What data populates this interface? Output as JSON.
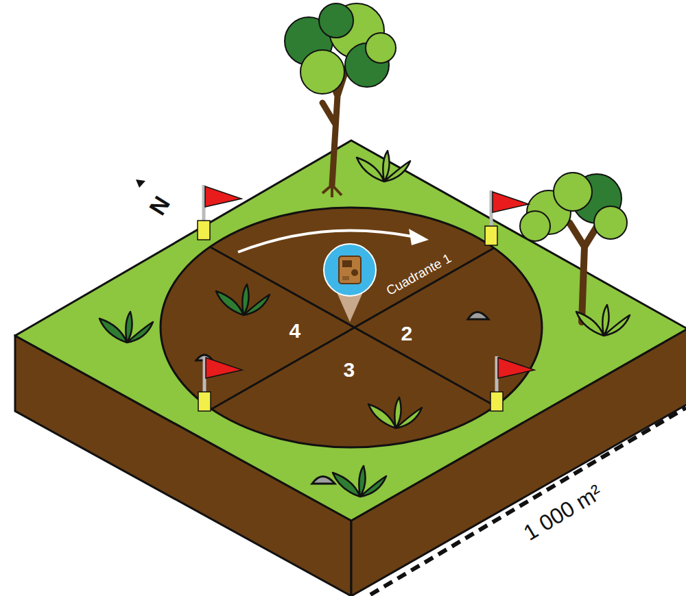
{
  "diagram": {
    "labels": [
      "N",
      "Cuadrante 1",
      "2",
      "3",
      "4",
      "1 000 m²"
    ]
  }
}
